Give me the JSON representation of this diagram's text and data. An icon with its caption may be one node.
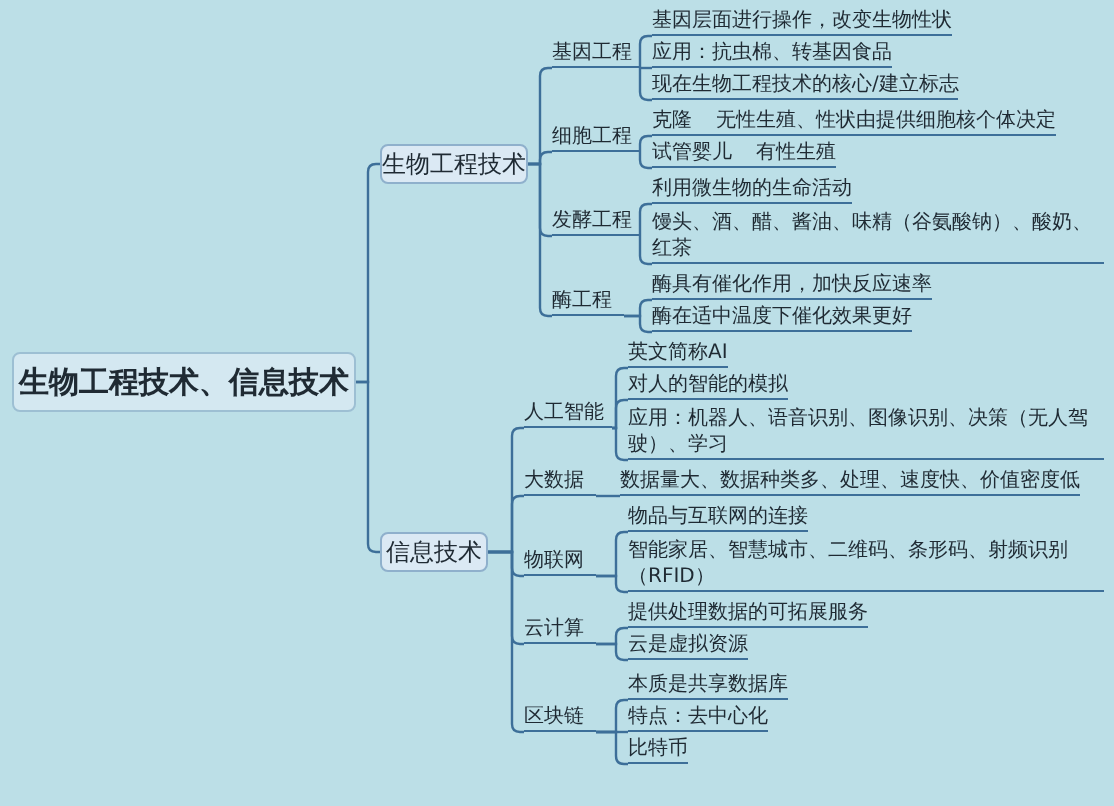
{
  "diagram": {
    "nodes": [
      {
        "text": [
          "生物工程技术、信息技术"
        ]
      },
      {
        "text": [
          "生物工程技术"
        ]
      },
      {
        "text": [
          "基因工程"
        ]
      },
      {
        "text": [
          "基因层面进行操作，改变生物性状"
        ]
      },
      {
        "text": [
          "应用：抗虫棉、转基因食品"
        ]
      },
      {
        "text": [
          "现在生物工程技术的核心/建立标志"
        ]
      },
      {
        "text": [
          "细胞工程"
        ]
      },
      {
        "text": [
          "克隆",
          "无性生殖、性状由提供细胞核个体决定"
        ]
      },
      {
        "text": [
          "试管婴儿",
          "有性生殖"
        ]
      },
      {
        "text": [
          "发酵工程"
        ]
      },
      {
        "text": [
          "利用微生物的生命活动"
        ]
      },
      {
        "text": [
          "馒头、酒、醋、酱油、味精（谷氨酸钠）、酸奶、红茶"
        ]
      },
      {
        "text": [
          "酶工程"
        ]
      },
      {
        "text": [
          "酶具有催化作用，加快反应速率"
        ]
      },
      {
        "text": [
          "酶在适中温度下催化效果更好"
        ]
      },
      {
        "text": [
          "信息技术"
        ]
      },
      {
        "text": [
          "人工智能"
        ]
      },
      {
        "text": [
          "英文简称AI"
        ]
      },
      {
        "text": [
          "对人的智能的模拟"
        ]
      },
      {
        "text": [
          "应用：机器人、语音识别、图像识别、决策（无人驾驶）、学习"
        ]
      },
      {
        "text": [
          "大数据"
        ]
      },
      {
        "text": [
          "数据量大、数据种类多、处理、速度快、价值密度低"
        ]
      },
      {
        "text": [
          "物联网"
        ]
      },
      {
        "text": [
          "物品与互联网的连接"
        ]
      },
      {
        "text": [
          "智能家居、智慧城市、二维码、条形码、射频识别（RFID）"
        ]
      },
      {
        "text": [
          "云计算"
        ]
      },
      {
        "text": [
          "提供处理数据的可拓展服务"
        ]
      },
      {
        "text": [
          "云是虚拟资源"
        ]
      },
      {
        "text": [
          "区块链"
        ]
      },
      {
        "text": [
          "本质是共享数据库"
        ]
      },
      {
        "text": [
          "特点：去中心化"
        ]
      },
      {
        "text": [
          "比特币"
        ]
      }
    ],
    "edges": [
      {
        "from": 0,
        "to": 1,
        "arrow": "none"
      },
      {
        "from": 0,
        "to": 15,
        "arrow": "none"
      },
      {
        "from": 1,
        "to": 2,
        "arrow": "none"
      },
      {
        "from": 1,
        "to": 6,
        "arrow": "none"
      },
      {
        "from": 1,
        "to": 9,
        "arrow": "none"
      },
      {
        "from": 1,
        "to": 12,
        "arrow": "none"
      },
      {
        "from": 2,
        "to": 3,
        "arrow": "none"
      },
      {
        "from": 2,
        "to": 4,
        "arrow": "none"
      },
      {
        "from": 2,
        "to": 5,
        "arrow": "none"
      },
      {
        "from": 6,
        "to": 7,
        "arrow": "none"
      },
      {
        "from": 6,
        "to": 8,
        "arrow": "none"
      },
      {
        "from": 9,
        "to": 10,
        "arrow": "none"
      },
      {
        "from": 9,
        "to": 11,
        "arrow": "none"
      },
      {
        "from": 12,
        "to": 13,
        "arrow": "none"
      },
      {
        "from": 12,
        "to": 14,
        "arrow": "none"
      },
      {
        "from": 15,
        "to": 16,
        "arrow": "none"
      },
      {
        "from": 15,
        "to": 20,
        "arrow": "none"
      },
      {
        "from": 15,
        "to": 22,
        "arrow": "none"
      },
      {
        "from": 15,
        "to": 25,
        "arrow": "none"
      },
      {
        "from": 15,
        "to": 28,
        "arrow": "none"
      },
      {
        "from": 16,
        "to": 17,
        "arrow": "none"
      },
      {
        "from": 16,
        "to": 18,
        "arrow": "none"
      },
      {
        "from": 16,
        "to": 19,
        "arrow": "none"
      },
      {
        "from": 20,
        "to": 21,
        "arrow": "none"
      },
      {
        "from": 22,
        "to": 23,
        "arrow": "none"
      },
      {
        "from": 22,
        "to": 24,
        "arrow": "none"
      },
      {
        "from": 25,
        "to": 26,
        "arrow": "none"
      },
      {
        "from": 25,
        "to": 27,
        "arrow": "none"
      },
      {
        "from": 28,
        "to": 29,
        "arrow": "none"
      },
      {
        "from": 28,
        "to": 30,
        "arrow": "none"
      },
      {
        "from": 28,
        "to": 31,
        "arrow": "none"
      }
    ]
  }
}
